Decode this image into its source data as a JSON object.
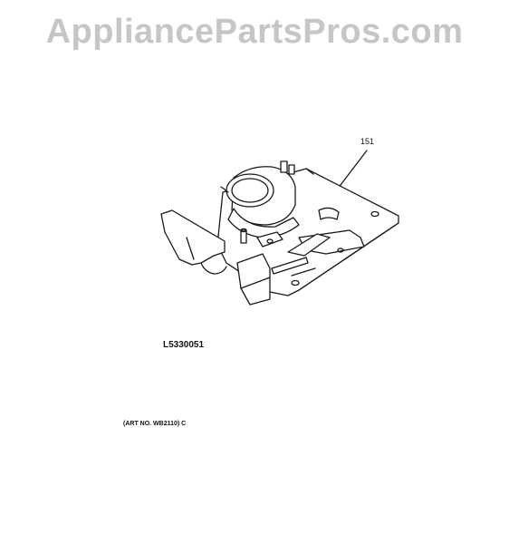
{
  "watermark": "AppliancePartsPros.com",
  "callout": {
    "part_number": "151"
  },
  "drawing_id": "L5330051",
  "art_note": "(ART NO. WB2110) C"
}
